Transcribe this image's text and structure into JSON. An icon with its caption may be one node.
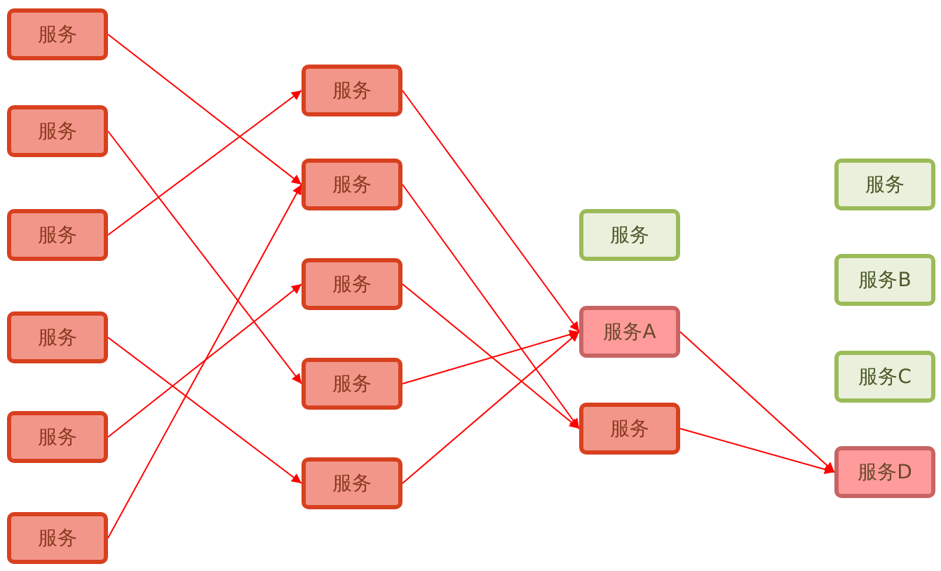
{
  "diagram": {
    "nodes": [
      {
        "text": [
          "服务"
        ]
      },
      {
        "text": [
          "服务"
        ]
      },
      {
        "text": [
          "服务"
        ]
      },
      {
        "text": [
          "服务"
        ]
      },
      {
        "text": [
          "服务"
        ]
      },
      {
        "text": [
          "服务"
        ]
      },
      {
        "text": [
          "服务"
        ]
      },
      {
        "text": [
          "服务"
        ]
      },
      {
        "text": [
          "服务"
        ]
      },
      {
        "text": [
          "服务"
        ]
      },
      {
        "text": [
          "服务"
        ]
      },
      {
        "text": [
          "服务"
        ]
      },
      {
        "text": [
          "服务A"
        ]
      },
      {
        "text": [
          "服务"
        ]
      },
      {
        "text": [
          "服务"
        ]
      },
      {
        "text": [
          "服务B"
        ]
      },
      {
        "text": [
          "服务C"
        ]
      },
      {
        "text": [
          "服务D"
        ]
      }
    ],
    "edges": [
      {
        "from": 0,
        "to": 7,
        "arrow": "to"
      },
      {
        "from": 1,
        "to": 9,
        "arrow": "to"
      },
      {
        "from": 2,
        "to": 6,
        "arrow": "to"
      },
      {
        "from": 3,
        "to": 10,
        "arrow": "to"
      },
      {
        "from": 4,
        "to": 8,
        "arrow": "to"
      },
      {
        "from": 5,
        "to": 7,
        "arrow": "to"
      },
      {
        "from": 6,
        "to": 12,
        "arrow": "to"
      },
      {
        "from": 7,
        "to": 13,
        "arrow": "to"
      },
      {
        "from": 8,
        "to": 13,
        "arrow": "to"
      },
      {
        "from": 9,
        "to": 12,
        "arrow": "to"
      },
      {
        "from": 10,
        "to": 12,
        "arrow": "to"
      },
      {
        "from": 12,
        "to": 17,
        "arrow": "to"
      },
      {
        "from": 13,
        "to": 17,
        "arrow": "to"
      }
    ]
  }
}
